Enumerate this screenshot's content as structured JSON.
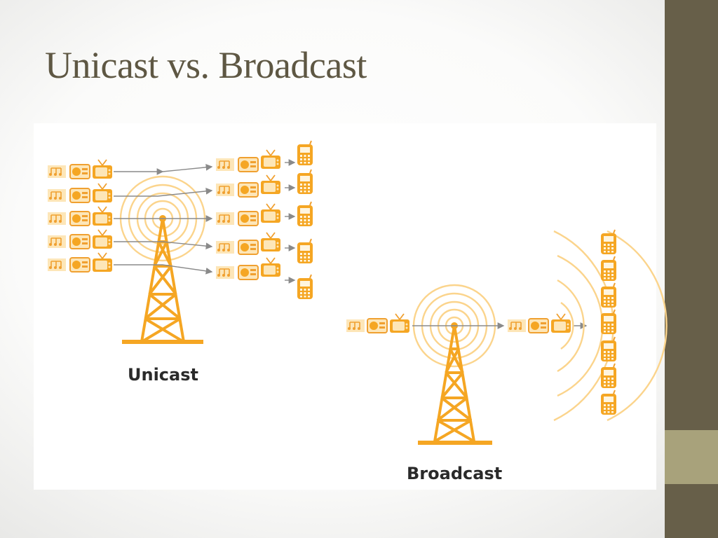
{
  "slide": {
    "title": "Unicast vs. Broadcast"
  },
  "diagram": {
    "unicast_label": "Unicast",
    "broadcast_label": "Broadcast"
  },
  "colors": {
    "accent": "#f5a623",
    "accent_light": "#fbd48c",
    "sidebar": "#675f49",
    "sidebar_accent": "#a8a27b",
    "title": "#5e5743"
  },
  "icons": [
    "music-note-icon",
    "radio-icon",
    "tv-icon",
    "mobile-phone-icon",
    "transmission-tower-icon",
    "signal-waves-icon"
  ]
}
